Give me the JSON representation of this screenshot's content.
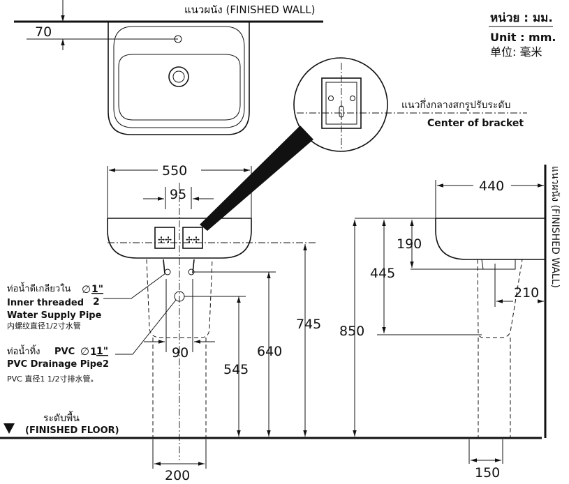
{
  "header": {
    "finished_wall_top": "แนวผนัง (FINISHED WALL)",
    "unit_th": "หน่วย : มม.",
    "unit_en": "Unit : mm.",
    "unit_cn": "单位: 毫米"
  },
  "bracket": {
    "label_th": "แนวกึ่งกลางสกรูปรับระดับ",
    "label_en": "Center of bracket"
  },
  "dimensions": {
    "d70": "70",
    "d550": "550",
    "d95": "95",
    "d90": "90",
    "d200": "200",
    "d745": "745",
    "d640": "640",
    "d545": "545",
    "d440": "440",
    "d190": "190",
    "d445": "445",
    "d850": "850",
    "d210": "210",
    "d150": "150"
  },
  "supply_pipe": {
    "label_th": "ท่อน้ำดีเกลียวใน",
    "dia": "∅",
    "frac_num": "1\"",
    "frac_den": "2",
    "label_en": "Inner threaded",
    "label_en2": "Water Supply Pipe",
    "label_cn": "内螺纹直径1/2寸水管"
  },
  "drain_pipe": {
    "label_th": "ท่อน้ำทิ้ง",
    "pvc": "PVC",
    "dia": "∅",
    "whole": "1",
    "frac_num": "1\"",
    "label_en": "PVC Drainage Pipe",
    "frac_den": "2",
    "label_cn": "PVC 直径1 1/2寸排水管。"
  },
  "floor": {
    "label_th": "ระดับพื้น",
    "label_en": "(FINISHED FLOOR)"
  },
  "side_wall": {
    "label": "แนวผนัง (FINISHED WALL)"
  }
}
